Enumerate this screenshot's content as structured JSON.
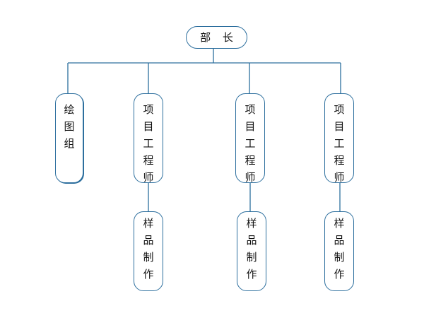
{
  "colors": {
    "line": "#2d6f9e",
    "box_border": "#2d6f9e",
    "text": "#111111",
    "background": "#ffffff"
  },
  "nodes": {
    "head": "部 长",
    "drawing_group": [
      "绘",
      "图",
      "组"
    ],
    "engineer_1": [
      "项",
      "目",
      "工",
      "程",
      "师"
    ],
    "engineer_2": [
      "项",
      "目",
      "工",
      "程",
      "师"
    ],
    "engineer_3": [
      "项",
      "目",
      "工",
      "程",
      "师"
    ],
    "sample_1": [
      "样",
      "品",
      "制",
      "作"
    ],
    "sample_2": [
      "样",
      "品",
      "制",
      "作"
    ],
    "sample_3": [
      "样",
      "品",
      "制",
      "作"
    ]
  }
}
